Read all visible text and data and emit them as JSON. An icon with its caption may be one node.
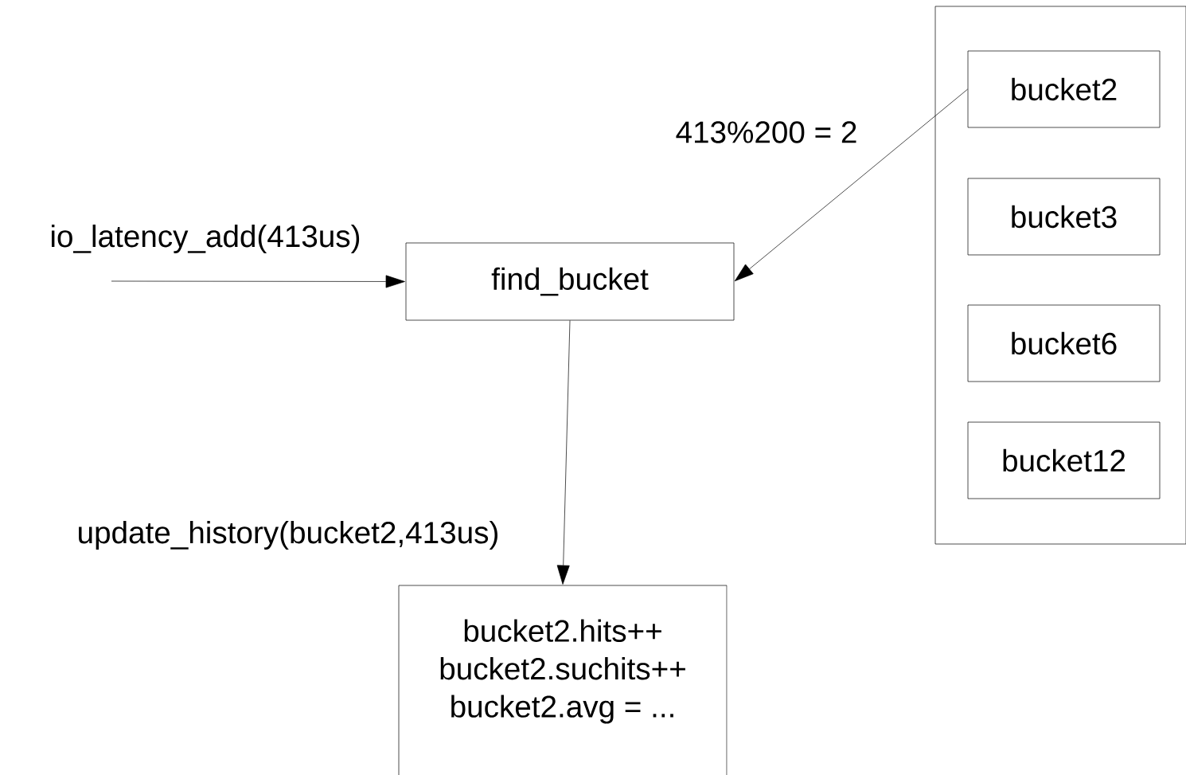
{
  "diagram": {
    "nodes": [
      {
        "text": [],
        "shape": "box"
      },
      {
        "text": [
          "bucket2"
        ],
        "in": 0
      },
      {
        "text": [
          "bucket3"
        ],
        "in": 0
      },
      {
        "text": [
          "bucket6"
        ],
        "in": 0
      },
      {
        "text": [
          "bucket12"
        ],
        "in": 0
      },
      {
        "text": [
          "find_bucket"
        ]
      },
      {
        "text": [
          "bucket2.hits++",
          "bucket2.suchits++",
          "bucket2.avg = ..."
        ]
      }
    ],
    "edges": [
      {
        "from": null,
        "to": 5,
        "arrow": "to",
        "label": "io_latency_add(413us)"
      },
      {
        "from": 1,
        "to": 5,
        "arrow": "to",
        "label": "413%200 = 2"
      },
      {
        "from": 5,
        "to": 6,
        "arrow": "to",
        "label": "update_history(bucket2,413us)"
      }
    ]
  }
}
